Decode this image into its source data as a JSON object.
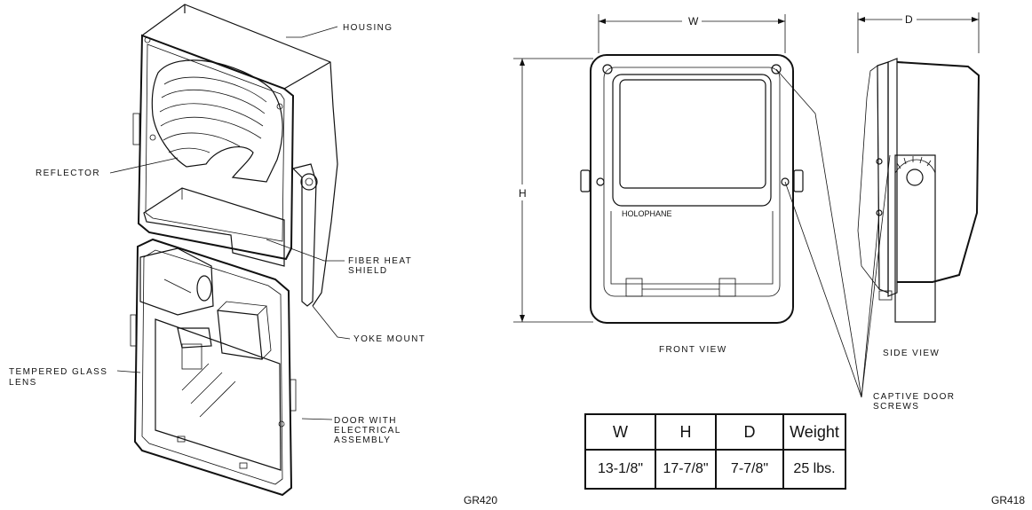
{
  "callouts": {
    "housing": "HOUSING",
    "reflector": "REFLECTOR",
    "fiber_heat_shield_line1": "FIBER HEAT",
    "fiber_heat_shield_line2": "SHIELD",
    "yoke_mount": "YOKE MOUNT",
    "tempered_glass_line1": "TEMPERED GLASS",
    "tempered_glass_line2": "LENS",
    "door_line1": "DOOR WITH",
    "door_line2": "ELECTRICAL",
    "door_line3": "ASSEMBLY",
    "captive_screws_line1": "CAPTIVE DOOR",
    "captive_screws_line2": "SCREWS"
  },
  "dimensions": {
    "width": "W",
    "height": "H",
    "depth": "D"
  },
  "views": {
    "front": "FRONT VIEW",
    "side": "SIDE VIEW"
  },
  "brand": "HOLOPHANE",
  "figure_codes": {
    "left": "GR420",
    "right": "GR418"
  },
  "spec_table": {
    "headers": [
      "W",
      "H",
      "D",
      "Weight"
    ],
    "values": [
      "13-1/8\"",
      "17-7/8\"",
      "7-7/8\"",
      "25 lbs."
    ]
  }
}
